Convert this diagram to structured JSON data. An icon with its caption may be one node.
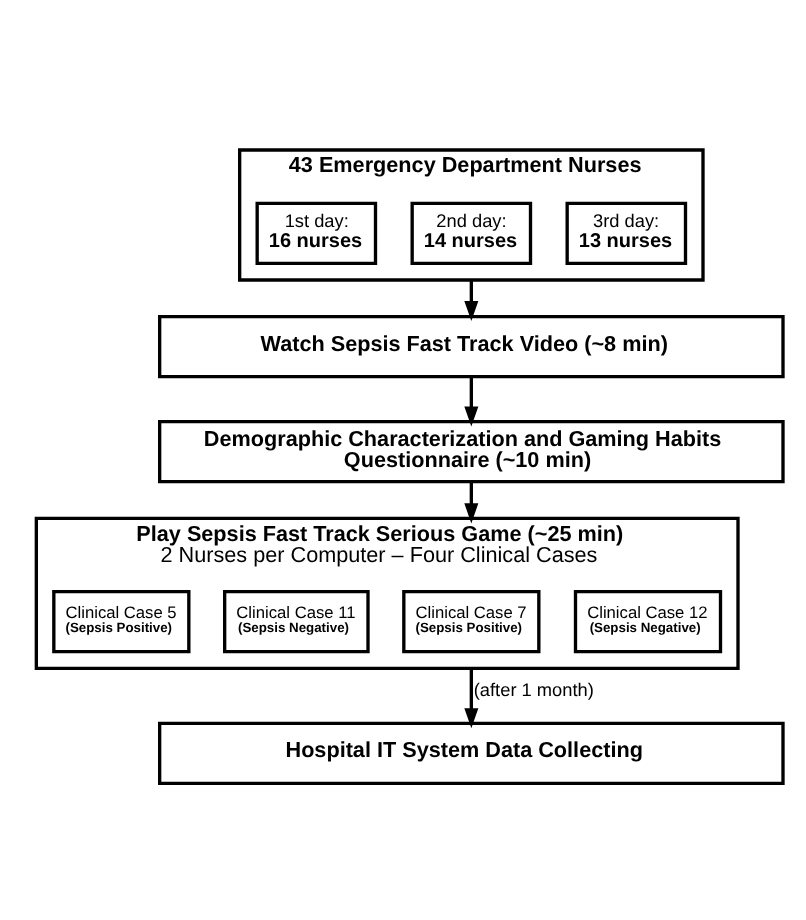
{
  "diagram": {
    "nodes": [
      {
        "text": [
          "43 Emergency Department Nurses"
        ]
      },
      {
        "text": [
          "1st day:",
          "16 nurses"
        ],
        "in": 0
      },
      {
        "text": [
          "2nd day:",
          "14 nurses"
        ],
        "in": 0
      },
      {
        "text": [
          "3rd day:",
          "13 nurses"
        ],
        "in": 0
      },
      {
        "text": [
          "Watch Sepsis Fast Track Video (~8 min)"
        ]
      },
      {
        "text": [
          "Demographic Characterization and Gaming Habits Questionnaire (~10 min)"
        ]
      },
      {
        "text": [
          "Play Sepsis Fast Track Serious Game (~25 min)",
          "2 Nurses per Computer – Four Clinical Cases"
        ]
      },
      {
        "text": [
          "Clinical Case 5",
          "(Sepsis Positive)"
        ],
        "in": 6
      },
      {
        "text": [
          "Clinical Case 11",
          "(Sepsis Negative)"
        ],
        "in": 6
      },
      {
        "text": [
          "Clinical Case 7",
          "(Sepsis Positive)"
        ],
        "in": 6
      },
      {
        "text": [
          "Clinical Case 12",
          "(Sepsis Negative)"
        ],
        "in": 6
      },
      {
        "text": [
          "Hospital IT System Data Collecting"
        ]
      }
    ],
    "edges": [
      {
        "from": 0,
        "to": 4,
        "arrow": "to"
      },
      {
        "from": 4,
        "to": 5,
        "arrow": "to"
      },
      {
        "from": 5,
        "to": 6,
        "arrow": "to"
      },
      {
        "from": 6,
        "to": 11,
        "arrow": "to",
        "label": "(after 1 month)"
      }
    ]
  }
}
